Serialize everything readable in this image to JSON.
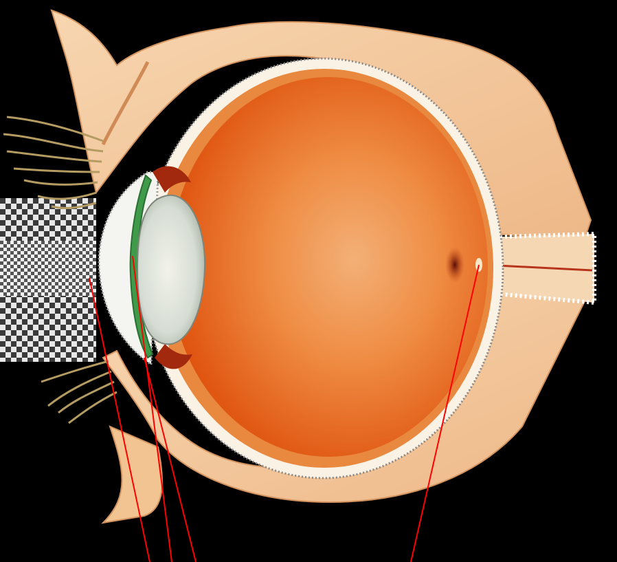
{
  "colors": {
    "background": "#000000",
    "eyelid": "#f3c89a",
    "eyelid_edge": "#d99a66",
    "sclera_rim": "#fbf2e6",
    "choroid": "#e07a3a",
    "vitreous_center": "#f0a86a",
    "vitreous_edge": "#e2560e",
    "lens": "#dde3dc",
    "iris": "#3f9a4a",
    "fovea": "#8b1a0c",
    "pointer_lines": "#ff0000",
    "lashes": "#b49b62",
    "checker_light": "#e8e8e8",
    "checker_dark": "#3a3a3a"
  },
  "stimulus": {
    "pattern": "checkerboard",
    "bands": 3
  },
  "pointer_lines": {
    "count": 4
  }
}
